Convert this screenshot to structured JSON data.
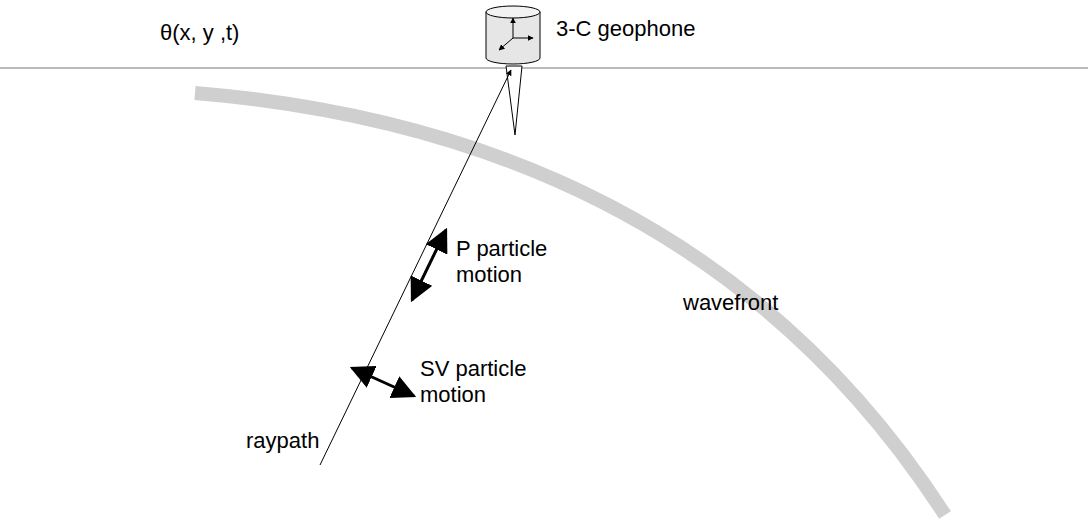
{
  "diagram": {
    "labels": [
      "3-C geophone",
      "θ(x, y ,t)",
      "P particle motion",
      "SV particle motion",
      "raypath",
      "wavefront"
    ]
  }
}
